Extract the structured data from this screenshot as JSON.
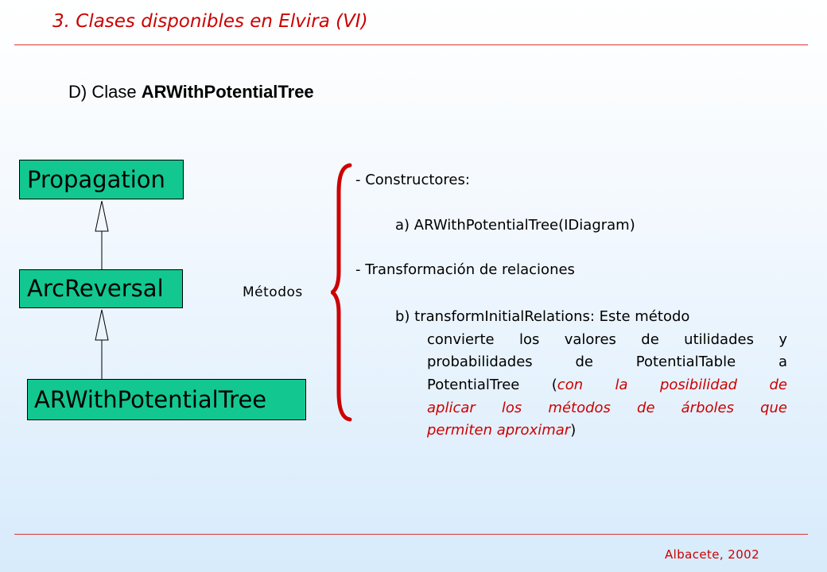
{
  "header": {
    "title": "3. Clases disponibles en Elvira (VI)"
  },
  "subtitle": {
    "prefix": "D) Clase ",
    "class_name": "ARWithPotentialTree"
  },
  "diagram": {
    "classes": [
      "Propagation",
      "ArcReversal",
      "ARWithPotentialTree"
    ],
    "relation": "inheritance"
  },
  "methods_label": "Métodos",
  "methods": {
    "constructors_heading": "- Constructores:",
    "constructor_a": "a) ARWithPotentialTree(IDiagram)",
    "transform_heading": "- Transformación de relaciones",
    "transform_b": "b) transformInitialRelations: Este método",
    "desc_line1": "convierte los valores de utilidades y",
    "desc_line2": "probabilidades de PotentialTable a",
    "desc_line3_start": "PotentialTree (",
    "desc_line3_red": "con la posibilidad de",
    "desc_line4_red": "aplicar los métodos de árboles que",
    "desc_line5_red": "permiten aproximar",
    "desc_line5_end": ")"
  },
  "footer": {
    "text": "Albacete, 2002"
  },
  "colors": {
    "accent": "#cc0000",
    "class_box": "#12c890",
    "brace": "#cc0000"
  }
}
